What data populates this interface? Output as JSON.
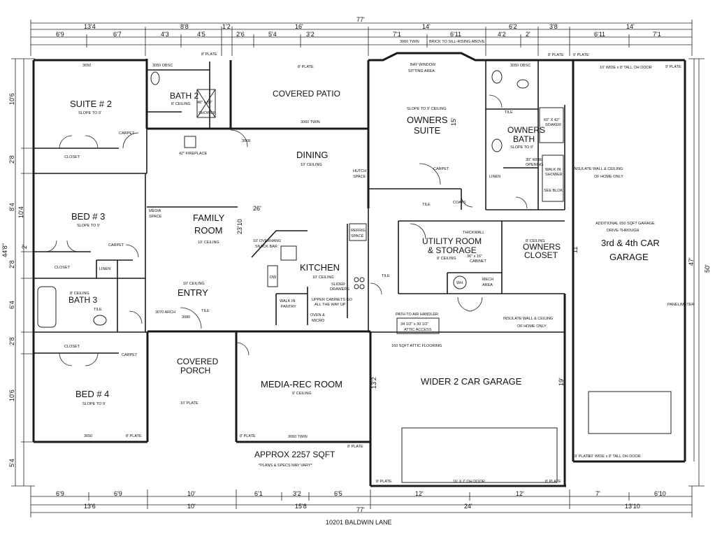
{
  "overall": {
    "top_width": "77'",
    "bottom_width": "77'",
    "right_depth": "50'",
    "left_depth": "44'8\""
  },
  "top_dims_row1": [
    "13'4",
    "8'8",
    "1'2",
    "16'",
    "14'",
    "6'2",
    "3'8",
    "14'"
  ],
  "top_dims_row2": [
    "6'9",
    "6'7",
    "4'3",
    "4'5",
    "2'6",
    "5'4",
    "3'2",
    "7'1",
    "6'11",
    "4'2",
    "2'",
    "6'11",
    "7'1"
  ],
  "bottom_dims_row1": [
    "6'9",
    "6'9",
    "10'",
    "6'1",
    "3'2",
    "6'5",
    "12'",
    "12'",
    "7'",
    "6'10"
  ],
  "bottom_dims_row2": [
    "13'6",
    "10'",
    "15'8",
    "24'",
    "13'10"
  ],
  "left_dims": [
    "10'6",
    "2'8",
    "8'4",
    "2'8",
    "6'4",
    "2'8",
    "10'6",
    "5'4"
  ],
  "left_inner": [
    "10'4",
    "2'"
  ],
  "rooms": {
    "suite2": {
      "name": "SUITE # 2",
      "note": "SLOPE TO 9'"
    },
    "bath2": {
      "name": "BATH 2",
      "note": "8' CEILING"
    },
    "covered_patio": {
      "name": "COVERED PATIO"
    },
    "bay_window": {
      "name": "BAY WINDOW",
      "name2": "SITTING AREA"
    },
    "owners_suite": {
      "name": "OWNERS",
      "name2": "SUITE",
      "note": "SLOPE TO 9' CEILING"
    },
    "owners_bath": {
      "name": "OWNERS",
      "name2": "BATH",
      "note": "SLOPE TO 9'"
    },
    "dining": {
      "name": "DINING",
      "note": "10' CEILING"
    },
    "bed3": {
      "name": "BED # 3",
      "note": "SLOPE TO 9'"
    },
    "family": {
      "name": "FAMILY",
      "name2": "ROOM",
      "note": "10' CEILING"
    },
    "kitchen": {
      "name": "KITCHEN",
      "note": "10' CEILING"
    },
    "utility": {
      "name": "UTILITY ROOM",
      "name2": "& STORAGE",
      "note": "8' CEILING"
    },
    "owners_closet": {
      "name": "OWNERS",
      "name2": "CLOSET",
      "note": "8' CEILING"
    },
    "garage34": {
      "name": "3rd & 4th CAR",
      "name2": "GARAGE",
      "note": "ADDITIONAL 650 SQFT GARAGE",
      "note2": "DRIVE-THROUGH"
    },
    "bath3": {
      "name": "BATH 3",
      "note": "8' CEILING"
    },
    "entry": {
      "name": "ENTRY",
      "note": "10' CEILING"
    },
    "bed4": {
      "name": "BED # 4",
      "note": "SLOPE TO 9'"
    },
    "covered_porch": {
      "name": "COVERED",
      "name2": "PORCH"
    },
    "media": {
      "name": "MEDIA-REC ROOM",
      "note": "9' CEILING"
    },
    "garage2": {
      "name": "WIDER 2 CAR GARAGE"
    }
  },
  "labels": {
    "closet": "CLOSET",
    "linen": "LINEN",
    "coats": "COATS",
    "pantry": "WALK IN",
    "pantry2": "PANTRY",
    "fireplace": "42\" FIREPLACE",
    "media_space": "MEDIA",
    "media_space2": "SPACE",
    "hutch": "HUTCH",
    "hutch2": "SPACE",
    "refrig": "REFRIG",
    "refrig2": "SPACE",
    "overhang": "10' OVERHANG",
    "overhang2": "SNACK BAR",
    "dw": "DW",
    "oven": "OVEN &",
    "oven2": "MICRO",
    "upper_cab": "UPPER CABINETS GO",
    "upper_cab2": "ALL THE WAY UP",
    "slider": "SLIDER",
    "slider2": "DRAWERS",
    "wh": "WH",
    "mech": "MECH",
    "mech2": "AREA",
    "thickwall": "THICKWALL",
    "cabinet_u": "36\" x 16\"",
    "cabinet_u2": "CABINET",
    "soaker": "60\" X 42\"",
    "soaker2": "SOAKER",
    "shower_wi": "30\" WIDE",
    "shower_wi2": "OPENING",
    "walkin_shower": "WALK IN",
    "walkin_shower2": "SHOWER",
    "seat": "SEE BLOK",
    "shower2": "48\" x 33\"",
    "shower2b": "SHOWER",
    "tile": "TILE",
    "carpet": "CARPET",
    "insulate1": "INSULATE WALL & CEILING",
    "insulate1b": "OF HOME ONLY",
    "insulate2": "INSULATE WALL & CEILING",
    "insulate2b": "OF HOME ONLY",
    "path_air": "PATH TO AIR HANDLER",
    "attic": "34 1/2\" x 30 1/2\"",
    "attic2": "ATTIC ACCESS",
    "attic_floor": "160 SQFT ATTIC FLOORING",
    "panel": "PANEL/METER",
    "ohdoor_top": "10' WIDE x 8' TALL OH DOOR",
    "ohdoor_bottom": "10' WIDE x 8' TALL OH DOOR",
    "ohdoor_garage": "16' X 7' OH DOOR",
    "window_bay": "3060 TWIN",
    "brick": "BRICK TO SILL-RISING ABOVE",
    "sqft": "APPROX 2257 SQFT",
    "plans": "*PLANS & SPECS MAY VARY*",
    "plate_8": "8' PLATE",
    "plate_9": "9' PLATE",
    "plate_10": "10' PLATE",
    "arch": "3070 ARCH",
    "door3068": "3068",
    "door3080": "3080",
    "window3650": "3650",
    "window3060": "3060 TWIN",
    "obsc": "3050 OBSC",
    "dim26": "26'",
    "dim2310": "23'10",
    "dim15": "15'",
    "dim11": "11'",
    "dim47": "47'",
    "dim19": "19'",
    "dim132": "13'2"
  },
  "address": "10201 BALDWIN LANE"
}
